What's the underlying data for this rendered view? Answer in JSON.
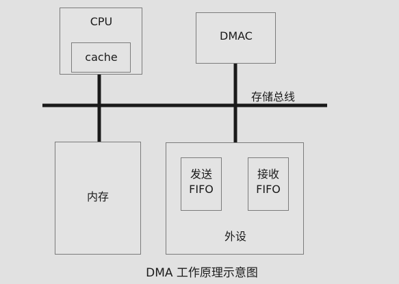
{
  "diagram": {
    "cpu": {
      "label": "CPU",
      "cache_label": "cache"
    },
    "dmac": {
      "label": "DMAC"
    },
    "bus": {
      "label": "存储总线"
    },
    "memory": {
      "label": "内存"
    },
    "peripheral": {
      "label": "外设",
      "send_fifo": {
        "line1": "发送",
        "line2": "FIFO"
      },
      "recv_fifo": {
        "line1": "接收",
        "line2": "FIFO"
      }
    },
    "caption": "DMA 工作原理示意图",
    "colors": {
      "line": "#1a1a1a",
      "box_border": "#7a7a7a",
      "background": "#e1e1e1"
    }
  }
}
